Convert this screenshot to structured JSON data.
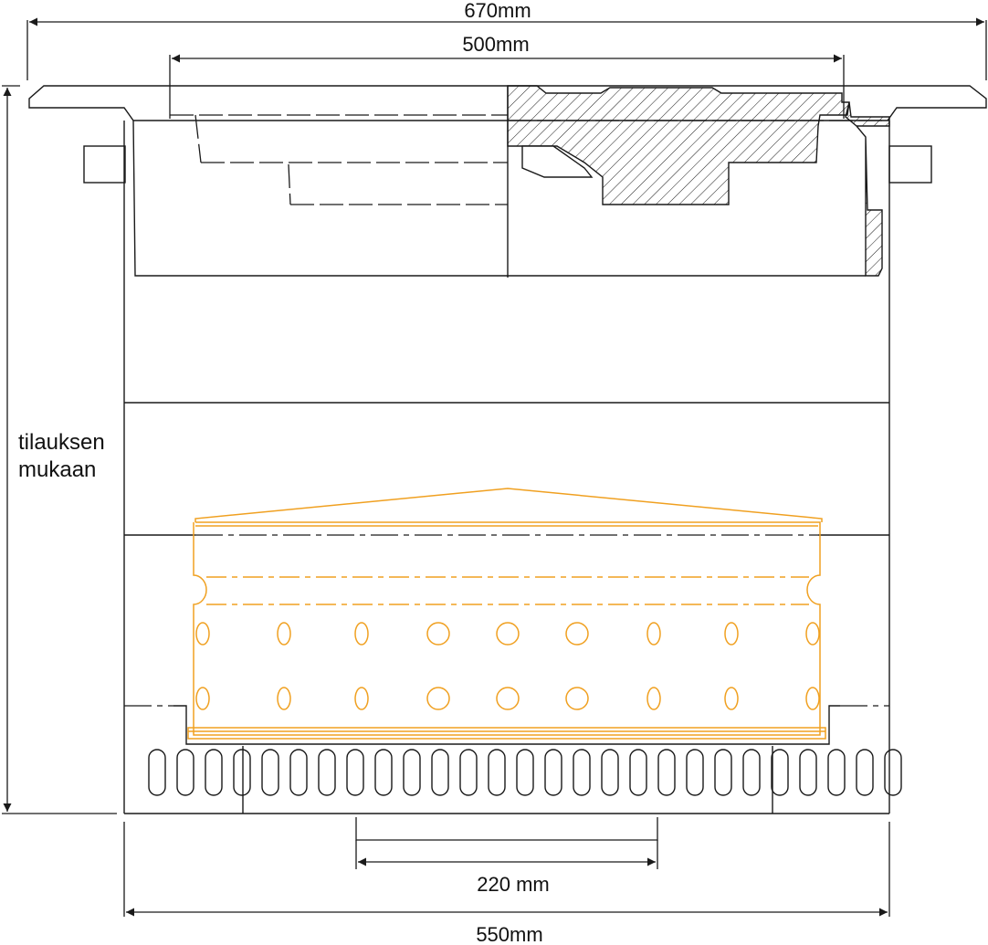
{
  "dimensions": {
    "top_width": "670mm",
    "inner_width": "500mm",
    "bottom_width": "550mm",
    "outlet_width": "220 mm",
    "height_line1": "tilauksen",
    "height_line2": "mukaan"
  },
  "colors": {
    "line": "#1a1a1a",
    "accent": "#f0a020",
    "background": "#ffffff"
  }
}
